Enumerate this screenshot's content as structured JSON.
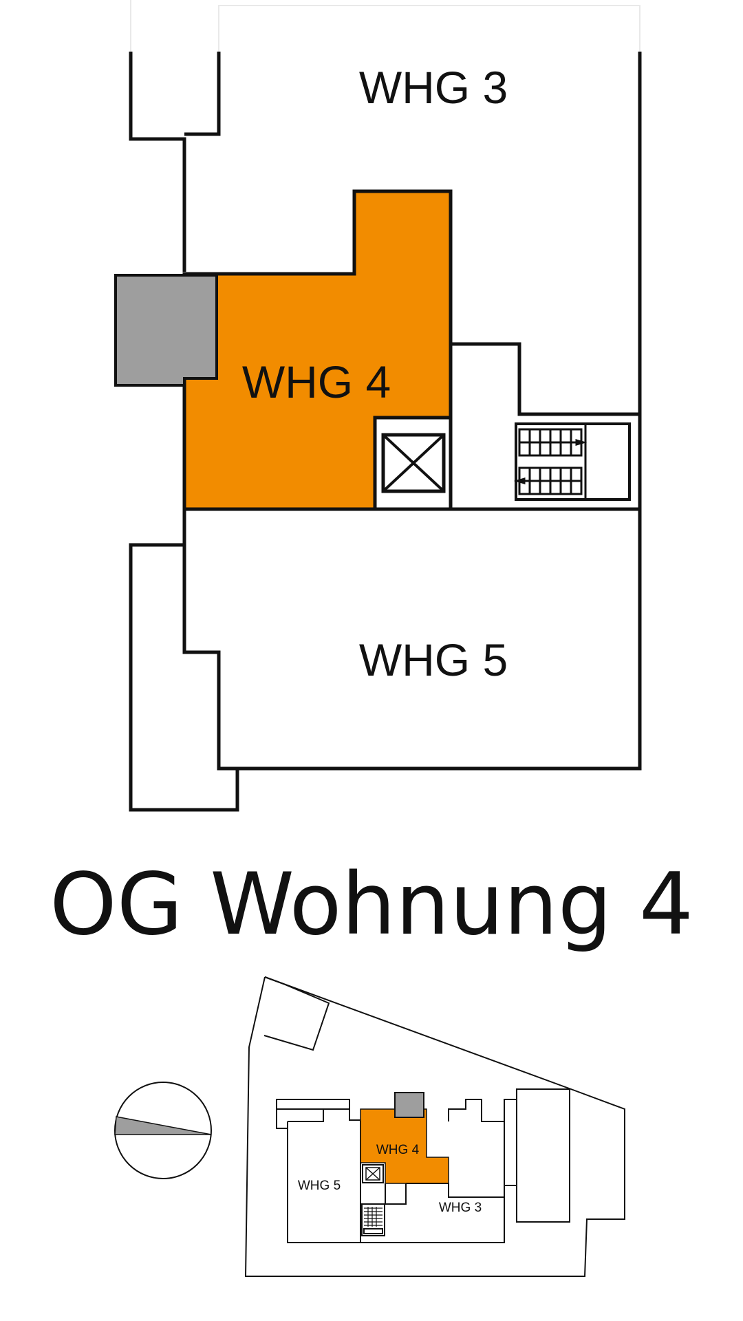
{
  "title": "OG Wohnung 4",
  "colors": {
    "highlight": "#F28C00",
    "gray_block": "#9E9E9E",
    "line": "#111111",
    "background": "#FFFFFF"
  },
  "main_plan": {
    "units": [
      {
        "id": "whg3",
        "label": "WHG 3",
        "highlighted": false
      },
      {
        "id": "whg4",
        "label": "WHG 4",
        "highlighted": true
      },
      {
        "id": "whg5",
        "label": "WHG 5",
        "highlighted": false
      }
    ],
    "features": [
      "elevator-icon",
      "stairs-icon",
      "gray-block"
    ]
  },
  "site_plan": {
    "units": [
      {
        "id": "whg4",
        "label": "WHG 4",
        "highlighted": true
      },
      {
        "id": "whg5",
        "label": "WHG 5",
        "highlighted": false
      },
      {
        "id": "whg3",
        "label": "WHG 3",
        "highlighted": false
      }
    ],
    "compass": "compass-icon"
  }
}
